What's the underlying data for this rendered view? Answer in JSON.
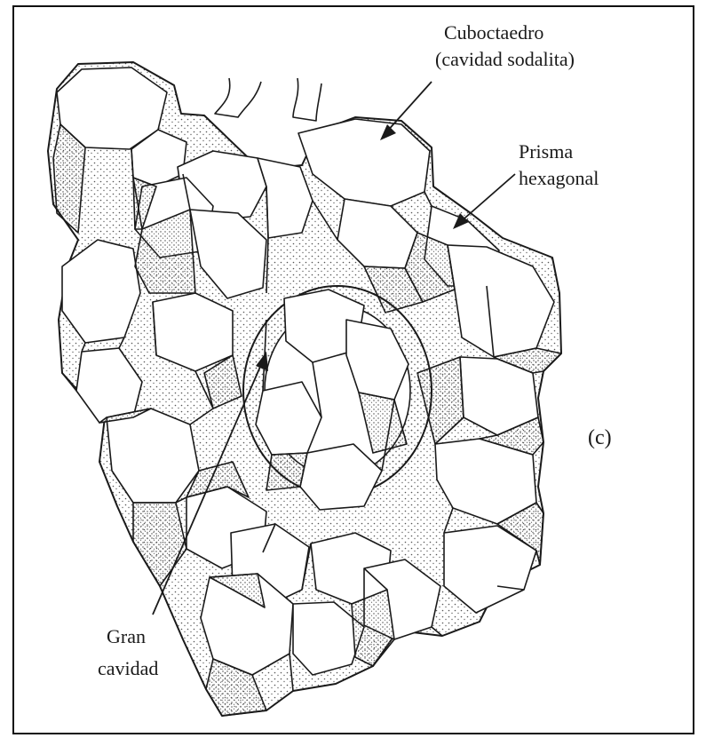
{
  "labels": {
    "cubo_line1": "Cuboctaedro",
    "cubo_line2": "(cavidad sodalita)",
    "prisma_line1": "Prisma",
    "prisma_line2": "hexagonal",
    "gran_line1": "Gran",
    "gran_line2": "cavidad",
    "panel": "(c)"
  },
  "colors": {
    "ink": "#1a1a1a",
    "stipple": "#555555",
    "paper": "#ffffff"
  }
}
